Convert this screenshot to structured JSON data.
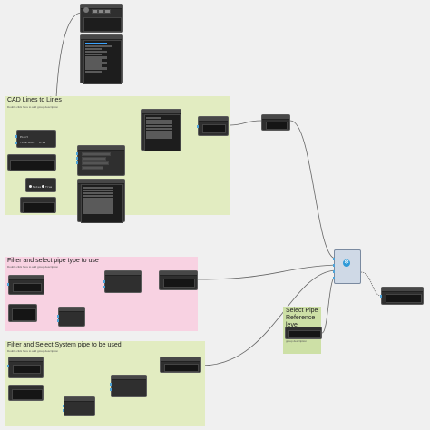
{
  "groups": [
    {
      "title": "CAD Lines to Lines",
      "color": "#e2ecc1",
      "subtitle": "Double click here to add group description"
    },
    {
      "title": "Filter and select pipe type to use",
      "color": "#f8d2e2",
      "subtitle": "Double click here to add group description"
    },
    {
      "title": "Filter and Select System pipe to be used",
      "color": "#e2ecc1",
      "subtitle": "Double click here to add group description"
    },
    {
      "title": "Select Pipe Reference level",
      "color": "#cde0a6",
      "subtitle": "Double click here to add group description"
    }
  ],
  "node_labels": {
    "point_in": "Point",
    "tolerance_in": "Tolerance",
    "tolerance_val": "0.01",
    "toggle_false": "False",
    "toggle_true": "True"
  },
  "colors": {
    "wire": "#666666",
    "port": "#4fa3d8",
    "node": "#2f2f2f",
    "highlight": "#3aa3ff",
    "execute": "#2e9ad8"
  },
  "icons": {
    "execute": "snowflake-icon"
  }
}
